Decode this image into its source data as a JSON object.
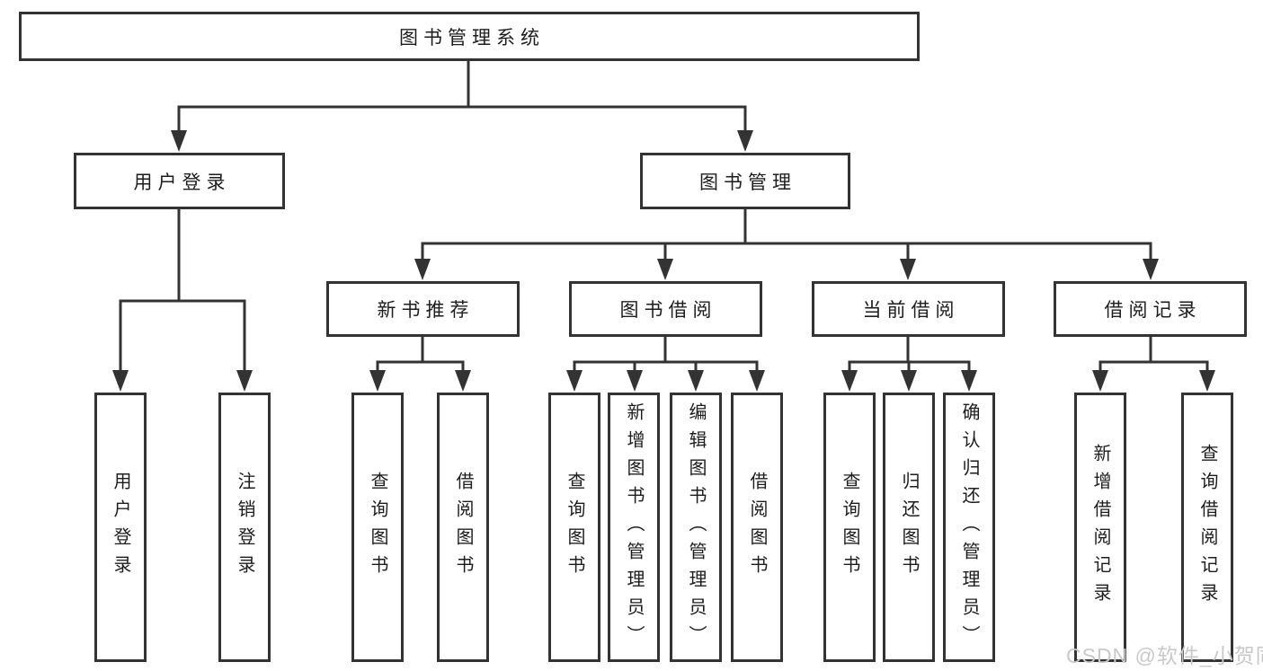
{
  "colors": {
    "line": "#333333",
    "box_border": "#333333",
    "box_background": "#ffffff",
    "text": "#1d1d1d",
    "watermark": "#c9c9c9"
  },
  "watermark": "CSDN @软件_小贺同学",
  "tree": {
    "label": "图书管理系统",
    "children": [
      {
        "label": "用户登录",
        "children": [
          {
            "label": "用户登录"
          },
          {
            "label": "注销登录"
          }
        ]
      },
      {
        "label": "图书管理",
        "children": [
          {
            "label": "新书推荐",
            "children": [
              {
                "label": "查询图书"
              },
              {
                "label": "借阅图书"
              }
            ]
          },
          {
            "label": "图书借阅",
            "children": [
              {
                "label": "查询图书"
              },
              {
                "label": "新增图书（管理员）"
              },
              {
                "label": "编辑图书（管理员）"
              },
              {
                "label": "借阅图书"
              }
            ]
          },
          {
            "label": "当前借阅",
            "children": [
              {
                "label": "查询图书"
              },
              {
                "label": "归还图书"
              },
              {
                "label": "确认归还（管理员）"
              }
            ]
          },
          {
            "label": "借阅记录",
            "children": [
              {
                "label": "新增借阅记录"
              },
              {
                "label": "查询借阅记录"
              }
            ]
          }
        ]
      }
    ]
  }
}
